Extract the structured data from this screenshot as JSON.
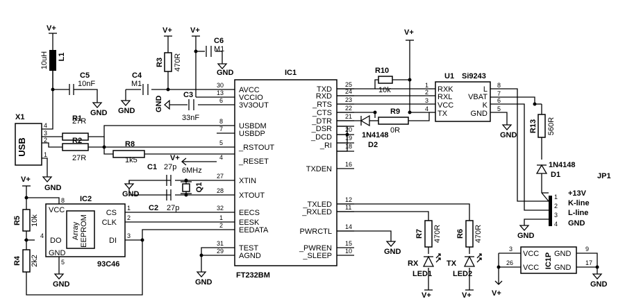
{
  "power_label": "V+",
  "gnd_label": "GND",
  "ic1": {
    "ref": "IC1",
    "name": "FT232BM",
    "left_pins": [
      {
        "num": "30",
        "name": "AVCC"
      },
      {
        "num": "13",
        "name": "VCCIO"
      },
      {
        "num": "6",
        "name": "3V3OUT"
      },
      {
        "num": "8",
        "name": "USBDM"
      },
      {
        "num": "7",
        "name": "USBDP"
      },
      {
        "num": "5",
        "name": "_RSTOUT"
      },
      {
        "num": "4",
        "name": "_RESET"
      },
      {
        "num": "27",
        "name": "XTIN"
      },
      {
        "num": "28",
        "name": "XTOUT"
      },
      {
        "num": "32",
        "name": "EECS"
      },
      {
        "num": "1",
        "name": "EESK"
      },
      {
        "num": "2",
        "name": "EEDATA"
      },
      {
        "num": "31",
        "name": "TEST"
      },
      {
        "num": "29",
        "name": "AGND"
      }
    ],
    "right_pins": [
      {
        "num": "25",
        "name": "TXD"
      },
      {
        "num": "24",
        "name": "RXD"
      },
      {
        "num": "23",
        "name": "_RTS"
      },
      {
        "num": "22",
        "name": "_CTS"
      },
      {
        "num": "21",
        "name": "_DTR"
      },
      {
        "num": "20",
        "name": "_DSR"
      },
      {
        "num": "19",
        "name": "_DCD"
      },
      {
        "num": "18",
        "name": "_RI"
      },
      {
        "num": "16",
        "name": "TXDEN"
      },
      {
        "num": "12",
        "name": "_TXLED"
      },
      {
        "num": "11",
        "name": "_RXLED"
      },
      {
        "num": "14",
        "name": "PWRCTL"
      },
      {
        "num": "15",
        "name": "_PWREN"
      },
      {
        "num": "10",
        "name": "_SLEEP"
      }
    ]
  },
  "ic2": {
    "ref": "IC2",
    "name": "93C46",
    "vcc": "VCC",
    "gnd": "GND",
    "do": "DO",
    "array_line1": "Array",
    "array_line2": "EEPROM",
    "pins_right": [
      {
        "num": "1",
        "name": "CS"
      },
      {
        "num": "2",
        "name": "CLK"
      },
      {
        "num": "3",
        "name": "DI"
      }
    ],
    "pin_vcc": "8",
    "pin_do": "4",
    "pin_gnd": "5"
  },
  "u1": {
    "ref": "U1",
    "name": "Si9243",
    "left_pins": [
      {
        "num": "1",
        "name": "RXK"
      },
      {
        "num": "2",
        "name": "RXL"
      },
      {
        "num": "3",
        "name": "VCC"
      },
      {
        "num": "4",
        "name": "TX"
      }
    ],
    "right_pins": [
      {
        "num": "8",
        "name": "L"
      },
      {
        "num": "7",
        "name": "VBAT"
      },
      {
        "num": "6",
        "name": "K"
      },
      {
        "num": "5",
        "name": "GND"
      }
    ]
  },
  "ic1p": {
    "ref": "IC1P",
    "vcc": "VCC",
    "gnd": "GND",
    "pins": [
      "3",
      "26",
      "9",
      "17"
    ]
  },
  "usb": {
    "ref": "X1",
    "label": "USB",
    "pins": [
      "4",
      "3",
      "2",
      "1"
    ]
  },
  "jp1": {
    "ref": "JP1",
    "pins": [
      {
        "num": "1",
        "label": "+13V"
      },
      {
        "num": "2",
        "label": "K-line"
      },
      {
        "num": "3",
        "label": "L-line"
      },
      {
        "num": "4",
        "label": "GND"
      }
    ]
  },
  "parts": {
    "l1": {
      "ref": "L1",
      "value": "10uH"
    },
    "c5": {
      "ref": "C5",
      "value": "10nF"
    },
    "r1": {
      "ref": "R1",
      "value": "27R"
    },
    "r2": {
      "ref": "R2",
      "value": "27R"
    },
    "r8": {
      "ref": "R8",
      "value": "1k5"
    },
    "r3": {
      "ref": "R3",
      "value": "470R"
    },
    "c4": {
      "ref": "C4",
      "value": "M1"
    },
    "c6": {
      "ref": "C6",
      "value": "M1"
    },
    "c3": {
      "ref": "C3",
      "value": "33nF"
    },
    "c1": {
      "ref": "C1",
      "value": "27p"
    },
    "c2": {
      "ref": "C2",
      "value": "27p"
    },
    "q1": {
      "ref": "Q1",
      "value": "6MHz"
    },
    "r5": {
      "ref": "R5",
      "value": "10k"
    },
    "r4": {
      "ref": "R4",
      "value": "2k2"
    },
    "r10": {
      "ref": "R10",
      "value": "10k"
    },
    "r9": {
      "ref": "R9",
      "value": "0R"
    },
    "d2": {
      "ref": "D2",
      "value": "1N4148"
    },
    "r13": {
      "ref": "R13",
      "value": "560R"
    },
    "d1": {
      "ref": "D1",
      "value": "1N4148"
    },
    "r7": {
      "ref": "R7",
      "value": "470R"
    },
    "r6": {
      "ref": "R6",
      "value": "470R"
    },
    "led1": {
      "ref": "LED1",
      "label": "RX"
    },
    "led2": {
      "ref": "LED2",
      "label": "TX"
    }
  }
}
